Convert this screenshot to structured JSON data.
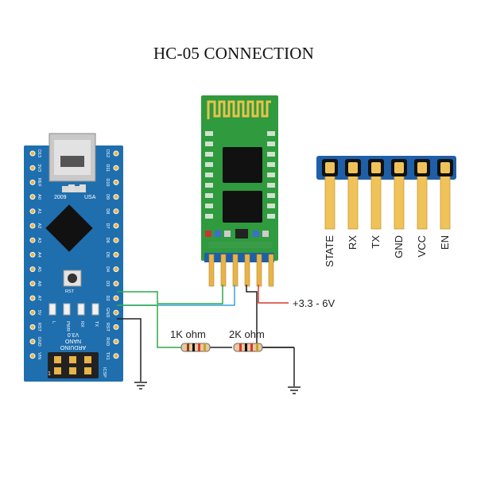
{
  "title": "HC-05 CONNECTION",
  "colors": {
    "arduino_blue": "#1f6fae",
    "hc05_green": "#2f9a3e",
    "pin_gold": "#e8b447",
    "header_blue": "#1f5fa8",
    "wire_green": "#2ea84a",
    "wire_blue": "#3aa3dd",
    "wire_red": "#d93a2c",
    "wire_black": "#222222"
  },
  "module_pins": [
    "STATE",
    "RX",
    "TX",
    "GND",
    "VCC",
    "EN"
  ],
  "arduino": {
    "name": "ARDUINO",
    "model": "NANO",
    "version": "V3.0",
    "year": "2009",
    "usa": "USA",
    "rst": "RST",
    "icsp": "ICSP",
    "one": "1",
    "left_pins": [
      "D13",
      "3V3",
      "REF",
      "A0",
      "A1",
      "A2",
      "A3",
      "A4",
      "A5",
      "A6",
      "A7",
      "5V",
      "RST",
      "GND",
      "VIN"
    ],
    "right_pins": [
      "D12",
      "D11",
      "D10",
      "D9",
      "D8",
      "D7",
      "D6",
      "D5",
      "D4",
      "D3",
      "D2",
      "GND",
      "RST",
      "RX0",
      "TX1"
    ],
    "leds": [
      "L",
      "PWR",
      "RX",
      "TX"
    ]
  },
  "labels": {
    "power": "+3.3 - 6V",
    "resistor1": "1K ohm",
    "resistor2": "2K ohm"
  }
}
